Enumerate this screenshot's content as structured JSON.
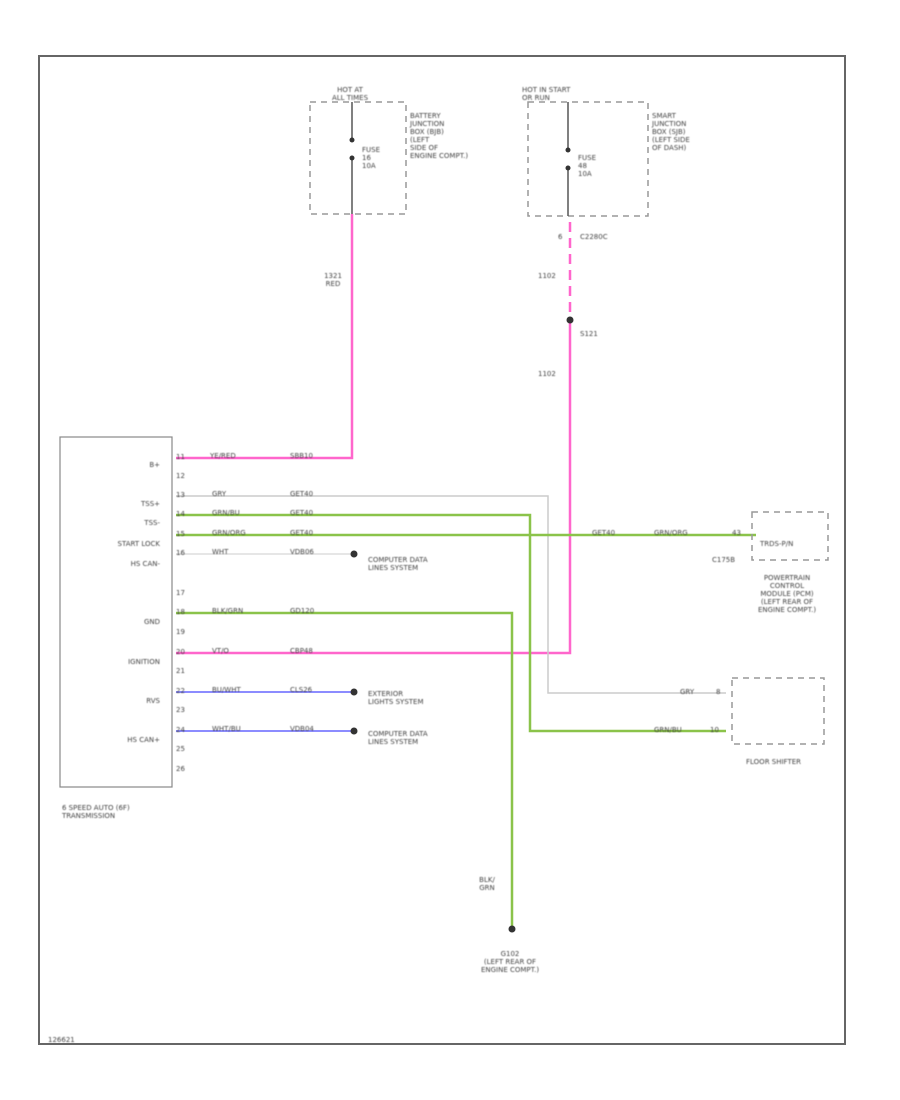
{
  "fuse_left": {
    "hot": "HOT AT\nALL TIMES",
    "fuse": "FUSE\n16\n10A",
    "junction": "BATTERY\nJUNCTION\nBOX (BJB)\n(LEFT\nSIDE OF\nENGINE COMPT.)"
  },
  "fuse_right": {
    "hot": "HOT IN START\nOR RUN",
    "fuse": "FUSE\n48\n10A",
    "junction": "SMART\nJUNCTION\nBOX (SJB)\n(LEFT SIDE\nOF DASH)",
    "connector": "C2280C",
    "connector_pin": "6"
  },
  "wire_left": "1321\nRED",
  "wire_right_top": "1102",
  "splice": "S121",
  "wire_right_mid": "1102",
  "transmission": {
    "labels": [
      "B+",
      "TSS+",
      "TSS-",
      "START LOCK",
      "HS CAN-",
      "GND",
      "IGNITION",
      "RVS",
      "HS CAN+"
    ],
    "pins": [
      "11",
      "12",
      "13",
      "14",
      "15",
      "16",
      "17",
      "18",
      "19",
      "20",
      "21",
      "22",
      "23",
      "24",
      "25",
      "26"
    ],
    "name": "6 SPEED AUTO (6F)\nTRANSMISSION"
  },
  "wires": {
    "r11_color": "YE/RED",
    "r11_circ": "SBB10",
    "r13_color": "GRY",
    "r13_circ": "GET40",
    "r14_color": "GRN/BU",
    "r14_circ": "GET40",
    "r15_color": "GRN/ORG",
    "r15_circ": "GET40",
    "r16_color": "WHT",
    "r16_circ": "VDB06",
    "r18_color": "BLK/GRN",
    "r18_circ": "GD120",
    "r19_color": "VT/O",
    "r19_circ": "CBP48",
    "r21_color": "BU/WHT",
    "r21_circ": "CLS26",
    "r22_color": "WHT/BU",
    "r22_circ": "VDB04"
  },
  "targets": {
    "computer_data_1": "COMPUTER DATA\nLINES SYSTEM",
    "exterior_lights": "EXTERIOR\nLIGHTS SYSTEM",
    "computer_data_2": "COMPUTER DATA\nLINES SYSTEM"
  },
  "pcm": {
    "wire_circ": "GET40",
    "wire_color": "GRN/ORG",
    "pin": "43",
    "pin_label": "TRDS-P/N",
    "connector": "C175B",
    "name": "POWERTRAIN\nCONTROL\nMODULE (PCM)\n(LEFT REAR OF\nENGINE COMPT.)"
  },
  "shifter": {
    "wire1_color": "GRY",
    "wire1_pin": "8",
    "wire2_color": "GRN/BU",
    "wire2_pin": "10",
    "name": "FLOOR SHIFTER"
  },
  "ground": {
    "wire": "BLK/\nGRN",
    "name": "G102\n(LEFT REAR OF\nENGINE COMPT.)"
  },
  "footer": "126621",
  "colors": {
    "pink": "#ff66cc",
    "green": "#8bc34a",
    "blue": "#6666ff",
    "gray": "#cccccc",
    "line": "#555555"
  }
}
